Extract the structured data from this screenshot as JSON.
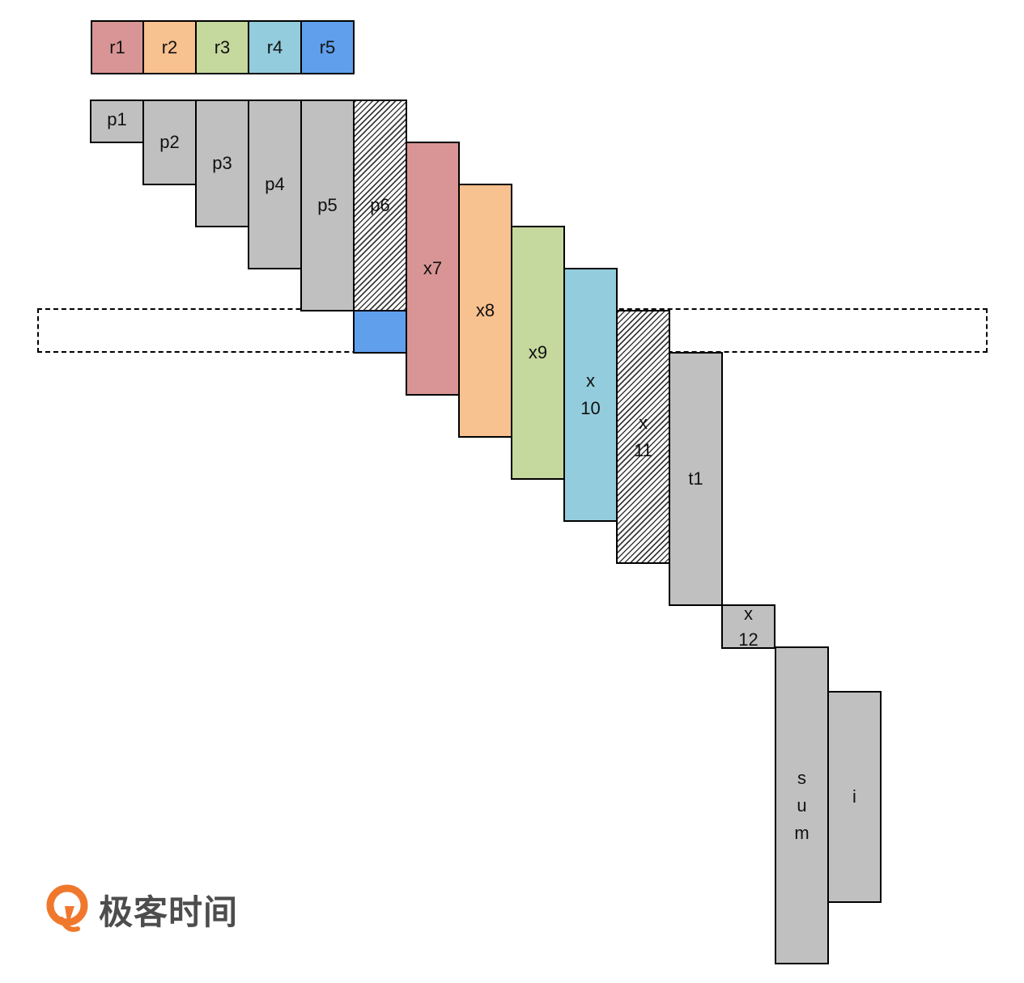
{
  "legend": [
    {
      "label": "r1",
      "color": "#d99595"
    },
    {
      "label": "r2",
      "color": "#f8c190"
    },
    {
      "label": "r3",
      "color": "#c5d89d"
    },
    {
      "label": "r4",
      "color": "#93cddd"
    },
    {
      "label": "r5",
      "color": "#5f9fec"
    }
  ],
  "blocks": {
    "p1": "p1",
    "p2": "p2",
    "p3": "p3",
    "p4": "p4",
    "p5": "p5",
    "p6": "p6",
    "x7": "x7",
    "x8": "x8",
    "x9": "x9",
    "x10": "x\n10",
    "x11": "x\n11",
    "t1": "t1",
    "x12": "x\n12",
    "sum": "s\nu\nm",
    "i": "i"
  },
  "colors": {
    "gray": "#c0c0c0",
    "hatched": "#3a3a3a",
    "brand_orange": "#f0782d"
  },
  "brand": {
    "name": "极客时间"
  }
}
